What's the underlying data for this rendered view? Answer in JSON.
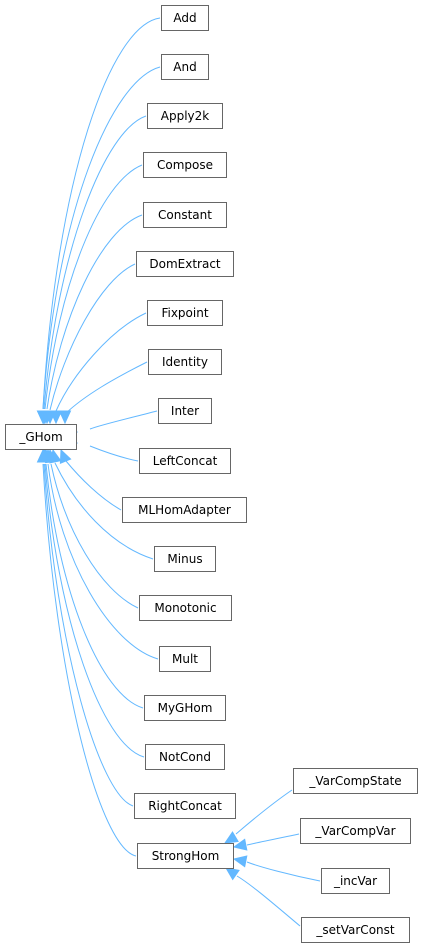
{
  "diagram": {
    "nodes": {
      "ghom": "_GHom",
      "add": "Add",
      "and": "And",
      "apply2k": "Apply2k",
      "compose": "Compose",
      "constant": "Constant",
      "domextract": "DomExtract",
      "fixpoint": "Fixpoint",
      "identity": "Identity",
      "inter": "Inter",
      "leftconcat": "LeftConcat",
      "mlhomadapter": "MLHomAdapter",
      "minus": "Minus",
      "monotonic": "Monotonic",
      "mult": "Mult",
      "myghom": "MyGHom",
      "notcond": "NotCond",
      "rightconcat": "RightConcat",
      "stronghom": "StrongHom",
      "varcompstate": "_VarCompState",
      "varcompvar": "_VarCompVar",
      "incvar": "_incVar",
      "setvarconst": "_setVarConst"
    },
    "edges": [
      {
        "from": "add",
        "to": "ghom"
      },
      {
        "from": "and",
        "to": "ghom"
      },
      {
        "from": "apply2k",
        "to": "ghom"
      },
      {
        "from": "compose",
        "to": "ghom"
      },
      {
        "from": "constant",
        "to": "ghom"
      },
      {
        "from": "domextract",
        "to": "ghom"
      },
      {
        "from": "fixpoint",
        "to": "ghom"
      },
      {
        "from": "identity",
        "to": "ghom"
      },
      {
        "from": "inter",
        "to": "ghom"
      },
      {
        "from": "leftconcat",
        "to": "ghom"
      },
      {
        "from": "mlhomadapter",
        "to": "ghom"
      },
      {
        "from": "minus",
        "to": "ghom"
      },
      {
        "from": "monotonic",
        "to": "ghom"
      },
      {
        "from": "mult",
        "to": "ghom"
      },
      {
        "from": "myghom",
        "to": "ghom"
      },
      {
        "from": "notcond",
        "to": "ghom"
      },
      {
        "from": "rightconcat",
        "to": "ghom"
      },
      {
        "from": "stronghom",
        "to": "ghom"
      },
      {
        "from": "varcompstate",
        "to": "stronghom"
      },
      {
        "from": "varcompvar",
        "to": "stronghom"
      },
      {
        "from": "incvar",
        "to": "stronghom"
      },
      {
        "from": "setvarconst",
        "to": "stronghom"
      }
    ],
    "colors": {
      "edge": "#63b8ff",
      "node_border": "#666666",
      "node_fill": "#ffffff",
      "text": "#000000"
    }
  }
}
